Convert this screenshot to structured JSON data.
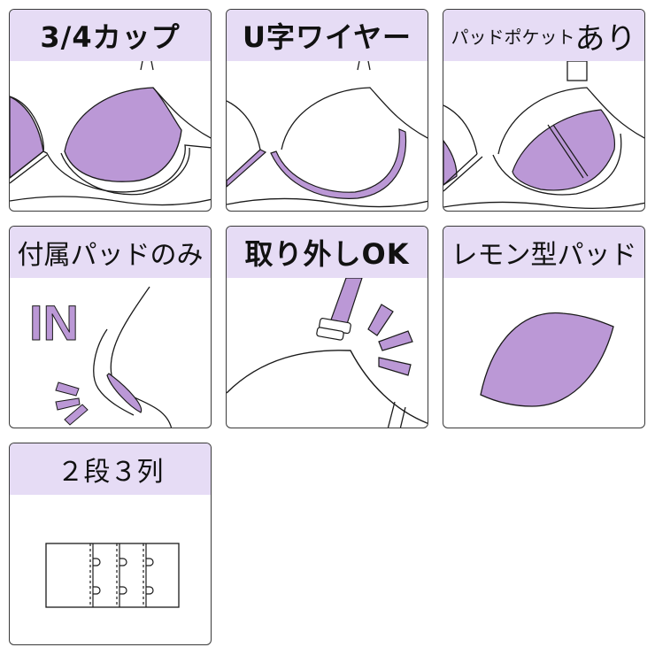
{
  "colors": {
    "accent": "#bb98d6",
    "header_bg": "#e6dcf5",
    "outline": "#1a1a1a",
    "panel_border": "#3a3a3a"
  },
  "panels": [
    {
      "title": "3/4カップ",
      "icon": "three-quarter-cup-bra-icon"
    },
    {
      "title": "U字ワイヤー",
      "icon": "u-wire-bra-icon"
    },
    {
      "title_small": "パッドポケット",
      "title_big": "あり",
      "icon": "pad-pocket-bra-icon"
    },
    {
      "title": "付属パッドのみ",
      "icon": "pad-insert-icon",
      "overlay_text": "IN"
    },
    {
      "title": "取り外しOK",
      "icon": "detachable-strap-icon"
    },
    {
      "title": "レモン型パッド",
      "icon": "lemon-pad-icon"
    },
    {
      "title": "２段３列",
      "icon": "hook-closure-icon"
    }
  ]
}
